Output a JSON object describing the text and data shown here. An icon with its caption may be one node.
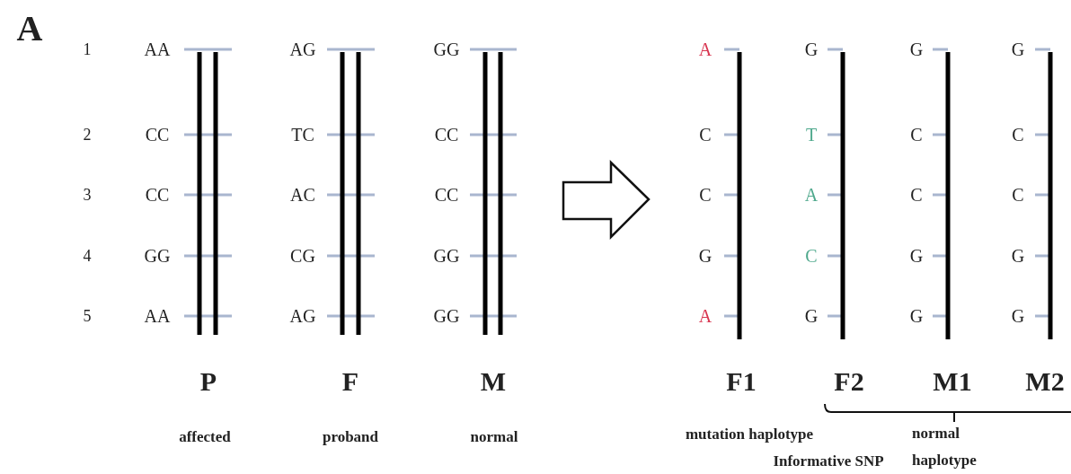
{
  "diagram": {
    "labels": [
      "A",
      "1",
      "AA",
      "AG",
      "GG",
      "A",
      "G",
      "G",
      "G",
      "2",
      "CC",
      "TC",
      "CC",
      "C",
      "T",
      "C",
      "C",
      "3",
      "CC",
      "AC",
      "CC",
      "C",
      "A",
      "C",
      "C",
      "4",
      "GG",
      "CG",
      "GG",
      "G",
      "C",
      "G",
      "G",
      "5",
      "AA",
      "AG",
      "GG",
      "A",
      "G",
      "G",
      "G",
      "P",
      "F",
      "M",
      "F1",
      "F2",
      "M1",
      "M2",
      "affected",
      "proband",
      "normal",
      "mutation haplotype",
      "Informative SNP",
      "normal haplotype"
    ]
  }
}
